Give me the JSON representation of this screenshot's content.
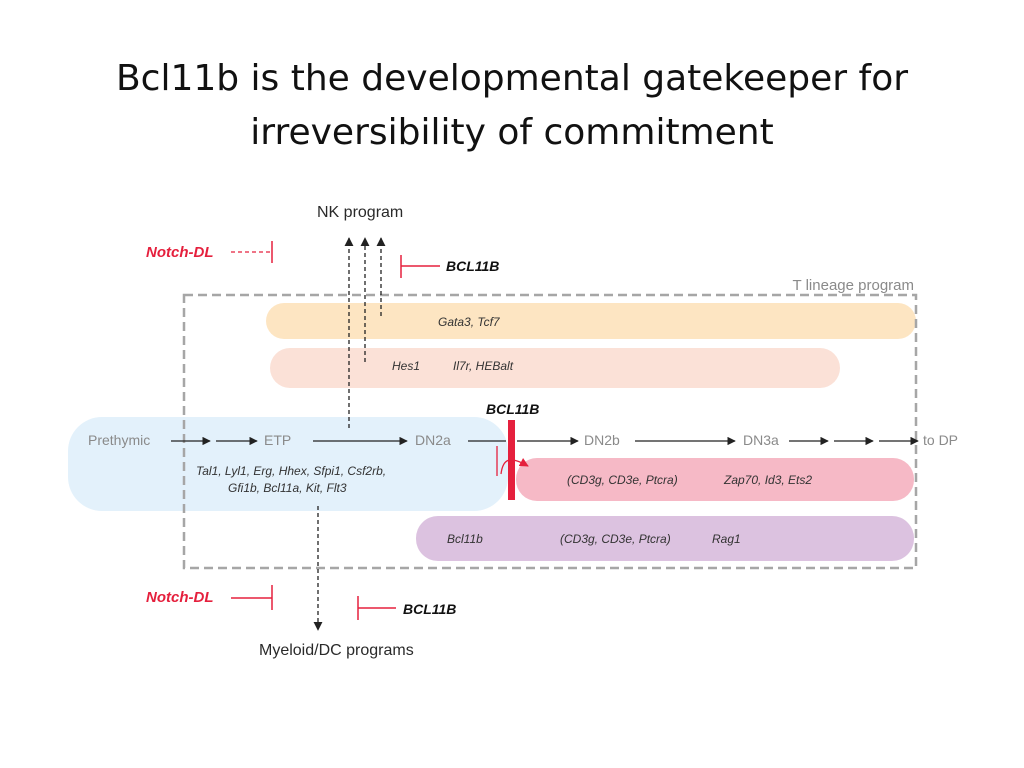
{
  "slide": {
    "title_line1": "Bcl11b is the developmental gatekeeper for",
    "title_line2": "irreversibility of commitment"
  },
  "diagram": {
    "nk_program": "NK program",
    "myeloid_programs": "Myeloid/DC programs",
    "t_lineage_program": "T lineage program",
    "notch_dl_top": "Notch-DL",
    "notch_dl_bottom": "Notch-DL",
    "bcl11b_top": "BCL11B",
    "bcl11b_center": "BCL11B",
    "bcl11b_bottom": "BCL11B",
    "stages": {
      "prethymic": "Prethymic",
      "etp": "ETP",
      "dn2a": "DN2a",
      "dn2b": "DN2b",
      "dn3a": "DN3a",
      "to_dp": "to DP"
    },
    "bars": {
      "gata3_tcf7": "Gata3, Tcf7",
      "hes1": "Hes1",
      "il7r_hebalt": "Il7r, HEBalt",
      "early_genes_line1": "Tal1, Lyl1, Erg, Hhex, Sfpi1, Csf2rb,",
      "early_genes_line2": "Gfi1b, Bcl11a,  Kit, Flt3",
      "pink_cd3": "(CD3g, CD3e, Ptcra)",
      "pink_late": "Zap70, Id3, Ets2",
      "purple_bcl11b": "Bcl11b",
      "purple_cd3": "(CD3g, CD3e, Ptcra)",
      "purple_rag1": "Rag1"
    },
    "colors": {
      "orange_bar": "#fde5c2",
      "peach_bar": "#fbe1d7",
      "blue_region": "#e3f1fb",
      "pink_bar": "#f6b9c6",
      "purple_bar": "#dcc2e0",
      "accent_red": "#e5203d",
      "dashed_box": "#a6a6a6"
    }
  }
}
